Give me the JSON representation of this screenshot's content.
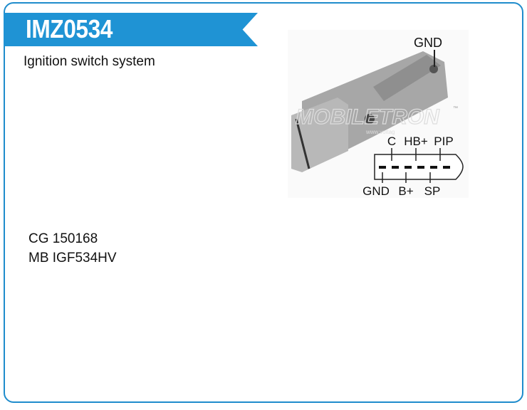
{
  "header": {
    "title": "IMZ0534",
    "subtitle": "Ignition switch system"
  },
  "product_image": {
    "watermark": "MOBILETRON",
    "watermark_sub": "www.voltag",
    "trademark": "™",
    "pins_top_label": "GND",
    "pins_upper": [
      "C",
      "HB+",
      "PIP"
    ],
    "pins_lower": [
      "GND",
      "B+",
      "SP"
    ]
  },
  "cross_references": [
    "CG 150168",
    "MB IGF534HV"
  ],
  "colors": {
    "accent": "#1f93d4",
    "border": "#1f8ccc"
  }
}
